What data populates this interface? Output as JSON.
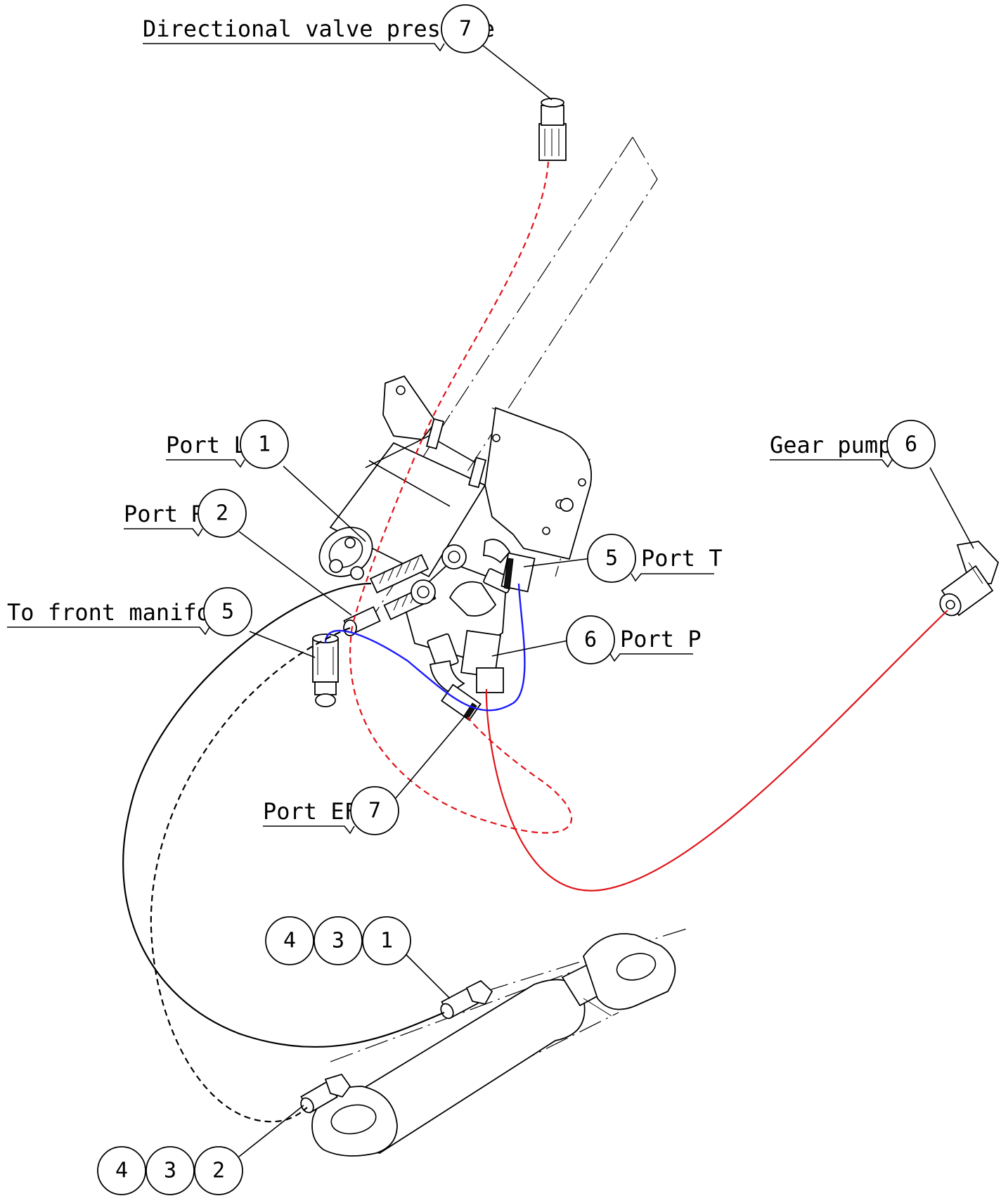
{
  "callouts": [
    {
      "id": "directional-valve-pressure",
      "label": "Directional valve pressure",
      "numbers": [
        "7"
      ]
    },
    {
      "id": "port-l",
      "label": "Port L",
      "numbers": [
        "1"
      ]
    },
    {
      "id": "port-r",
      "label": "Port R",
      "numbers": [
        "2"
      ]
    },
    {
      "id": "to-front-manifold",
      "label": "To front manifold",
      "numbers": [
        "5"
      ]
    },
    {
      "id": "port-t",
      "label": "Port T",
      "numbers": [
        "5"
      ]
    },
    {
      "id": "port-p",
      "label": "Port P",
      "numbers": [
        "6"
      ]
    },
    {
      "id": "gear-pump",
      "label": "Gear pump",
      "numbers": [
        "6"
      ]
    },
    {
      "id": "port-ef",
      "label": "Port EF",
      "numbers": [
        "7"
      ]
    },
    {
      "id": "cylinder-fitting-upper",
      "label": "",
      "numbers": [
        "4",
        "3",
        "1"
      ]
    },
    {
      "id": "cylinder-fitting-lower",
      "label": "",
      "numbers": [
        "4",
        "3",
        "2"
      ]
    }
  ],
  "hose_colors": {
    "pressure": "#e0141a",
    "tank_return": "#1a1aff",
    "cylinder_lines": "#000000"
  }
}
